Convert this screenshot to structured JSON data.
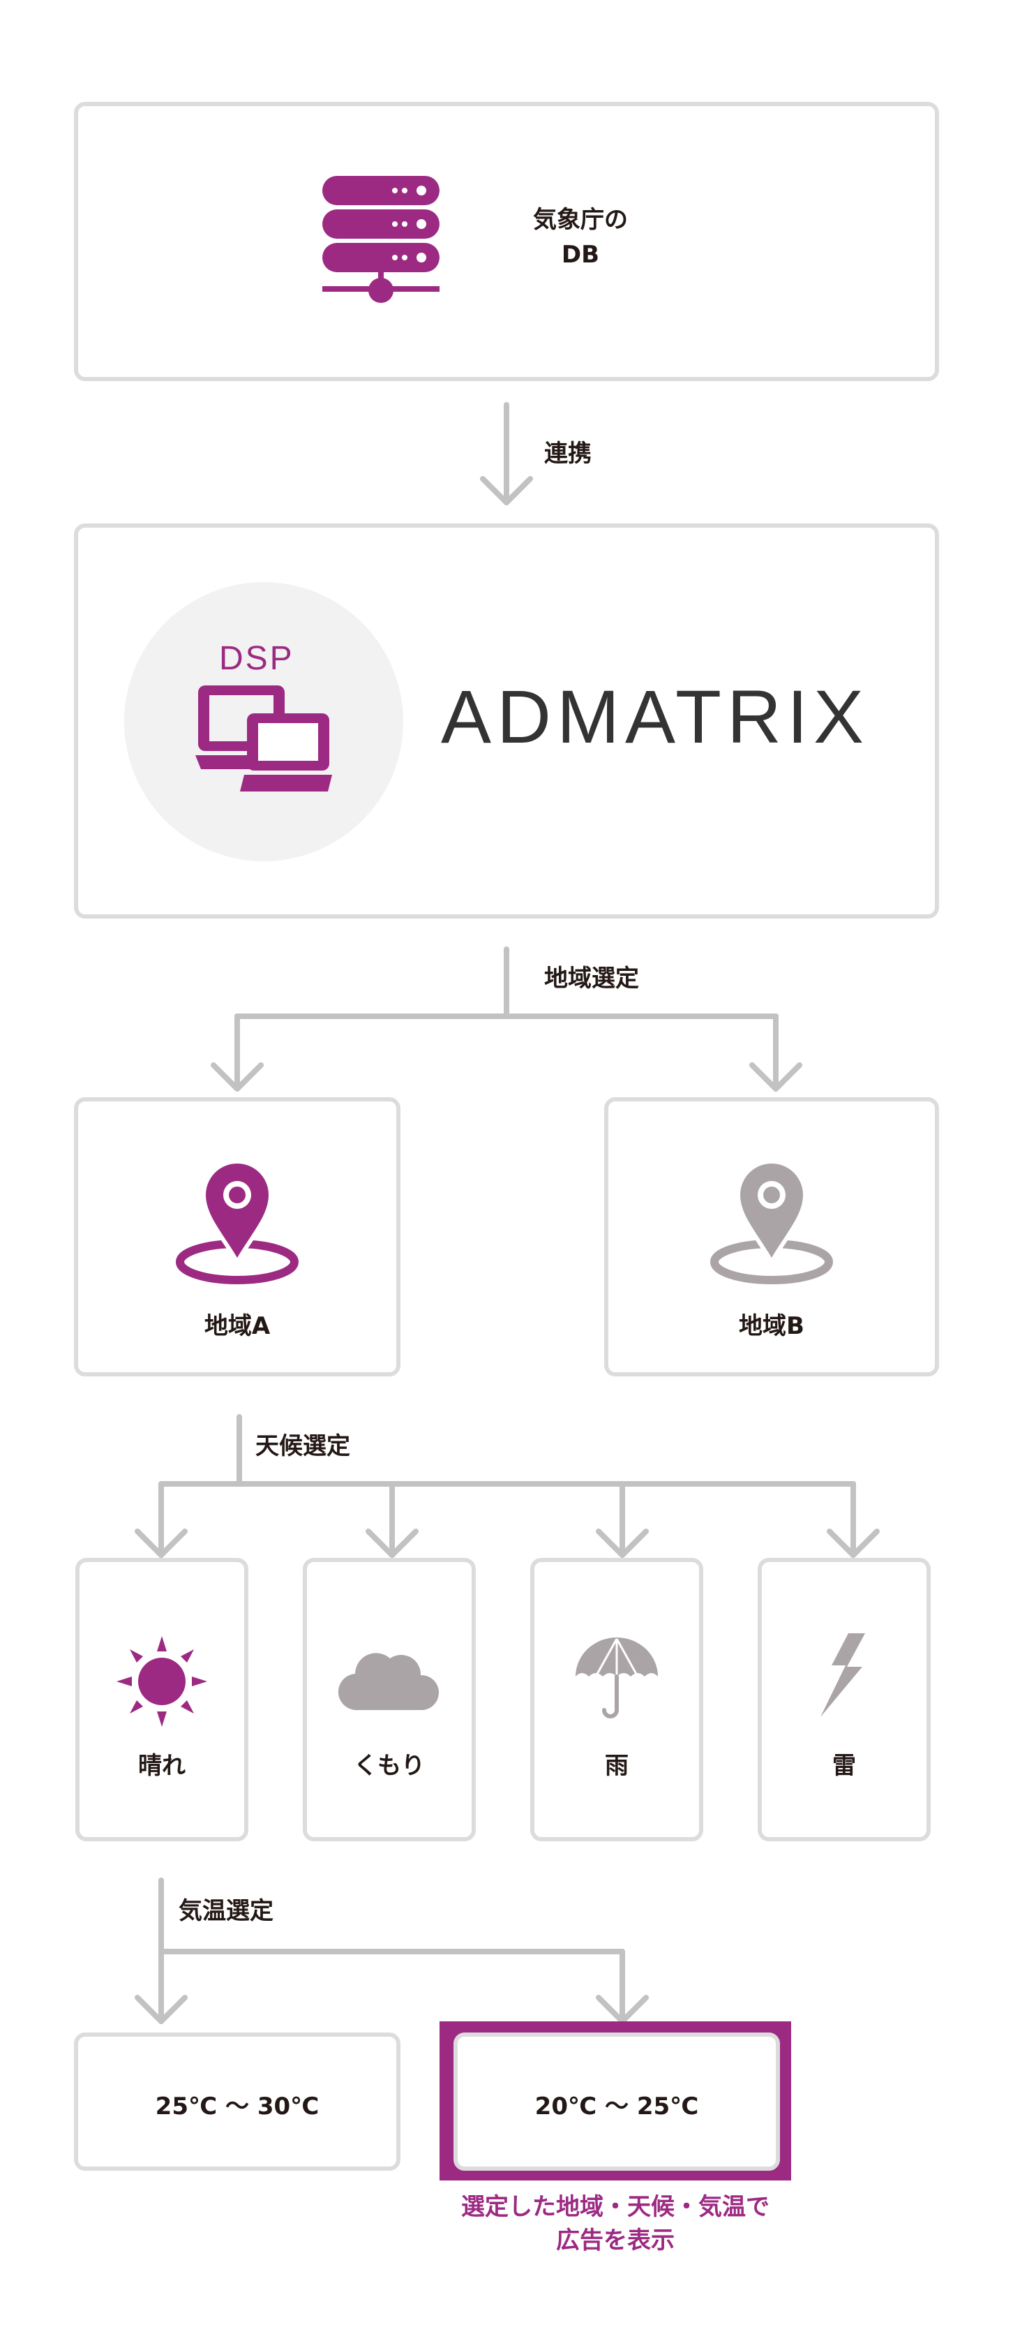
{
  "colors": {
    "accent": "#9c2a83",
    "gray_icon": "#aba4a7",
    "border": "#dcdcdc",
    "arrow": "#c2c2c2",
    "circle_bg": "#f2f2f2"
  },
  "db": {
    "icon": "server-icon",
    "line1": "気象庁の",
    "line2": "DB"
  },
  "link_label": "連携",
  "dsp": {
    "badge": "DSP",
    "icon": "devices-icon",
    "brand": "ADMATRIX"
  },
  "region_label": "地域選定",
  "regions": [
    {
      "name": "地域A",
      "icon": "map-pin-icon",
      "selected": true
    },
    {
      "name": "地域B",
      "icon": "map-pin-icon",
      "selected": false
    }
  ],
  "weather_label": "天候選定",
  "weathers": [
    {
      "name": "晴れ",
      "icon": "sun-icon",
      "selected": true
    },
    {
      "name": "くもり",
      "icon": "cloud-icon",
      "selected": false
    },
    {
      "name": "雨",
      "icon": "umbrella-icon",
      "selected": false
    },
    {
      "name": "雷",
      "icon": "lightning-icon",
      "selected": false
    }
  ],
  "temp_label": "気温選定",
  "temps": [
    {
      "name": "25℃ ～ 30℃",
      "selected": false
    },
    {
      "name": "20℃ ～ 25℃",
      "selected": true
    }
  ],
  "result": {
    "line1": "選定した地域・天候・気温で",
    "line2": "広告を表示"
  }
}
